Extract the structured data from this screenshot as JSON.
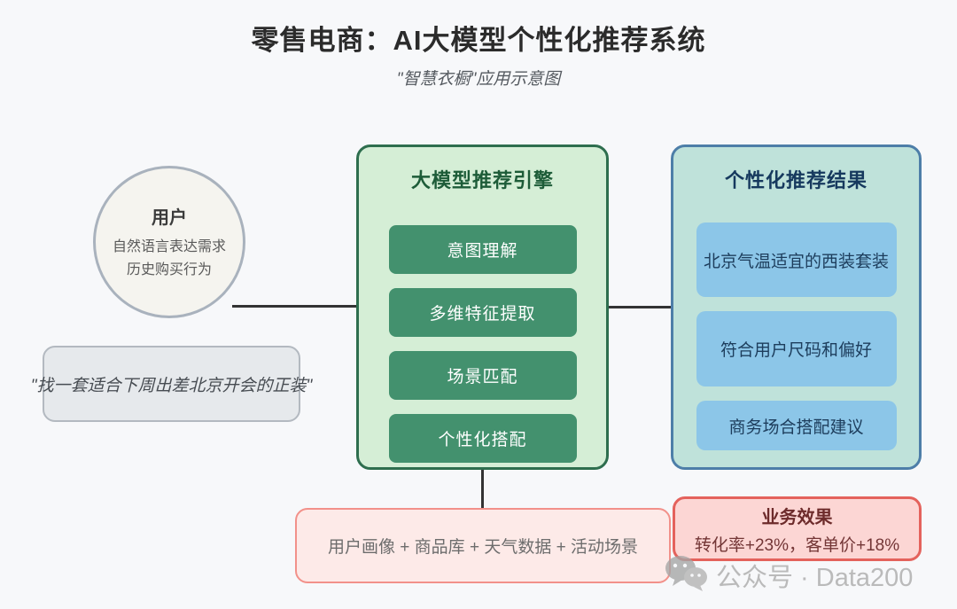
{
  "page": {
    "title": "零售电商：AI大模型个性化推荐系统",
    "subtitle": "\"智慧衣橱\"应用示意图"
  },
  "user": {
    "title": "用户",
    "line1": "自然语言表达需求",
    "line2": "历史购买行为",
    "quote": "\"找一套适合下周出差北京开会的正装\""
  },
  "engine": {
    "title": "大模型推荐引擎",
    "steps": [
      "意图理解",
      "多维特征提取",
      "场景匹配",
      "个性化搭配"
    ]
  },
  "results": {
    "title": "个性化推荐结果",
    "items": [
      "北京气温适宜的西装套装",
      "符合用户尺码和偏好",
      "商务场合搭配建议"
    ]
  },
  "data_sources": {
    "label": "用户画像 + 商品库 + 天气数据 + 活动场景"
  },
  "business": {
    "title": "业务效果",
    "stats": "转化率+23%，客单价+18%"
  },
  "watermark": {
    "icon": "wechat-icon",
    "text": "公众号 · Data200"
  },
  "colors": {
    "background": "#f7f8fa",
    "title_text": "#2b2b2b",
    "engine_fill": "#d5eed6",
    "engine_border": "#2e6e4e",
    "engine_step_fill": "#43916e",
    "results_fill": "#bfe2da",
    "results_border": "#4d7ea8",
    "result_item_fill": "#8cc6e8",
    "result_text": "#16395e",
    "data_box_fill": "#fdeae8",
    "data_box_border": "#f2918a",
    "business_fill": "#fcd6d4",
    "business_border": "#e4625c",
    "business_text": "#6d2b2b",
    "connector": "#333333",
    "circle_fill": "#f5f4ef",
    "circle_border": "#a9b2bd"
  }
}
